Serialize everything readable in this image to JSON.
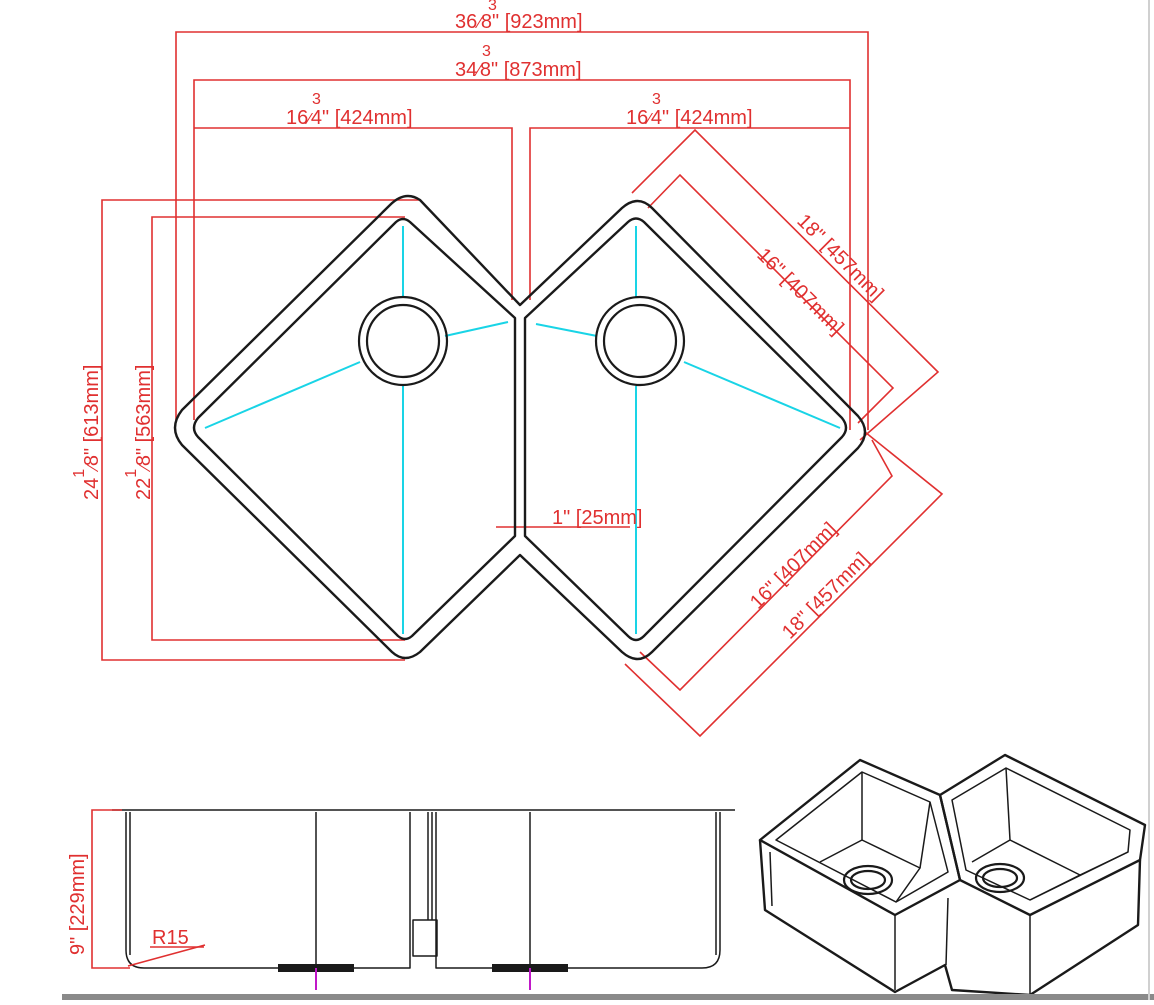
{
  "colors": {
    "dimension": "#e03030",
    "outline": "#1a1a1a",
    "slope_lines": "#19d4e6",
    "drain_marker": "#c018c8"
  },
  "top_view": {
    "overall_width": {
      "whole": "36",
      "frac_num": "3",
      "frac_den": "8",
      "mm": "\" [923mm]"
    },
    "inner_width": {
      "whole": "34",
      "frac_num": "3",
      "frac_den": "8",
      "mm": "\" [873mm]"
    },
    "left_bowl_width": {
      "whole": "16",
      "frac_num": "3",
      "frac_den": "4",
      "mm": "\" [424mm]"
    },
    "right_bowl_width": {
      "whole": "16",
      "frac_num": "3",
      "frac_den": "4",
      "mm": "\" [424mm]"
    },
    "overall_depth": {
      "whole": "24",
      "frac_num": "1",
      "frac_den": "8",
      "mm": "\" [613mm]"
    },
    "inner_depth": {
      "whole": "22",
      "frac_num": "1",
      "frac_den": "8",
      "mm": "\" [563mm]"
    },
    "divider": "1\" [25mm]",
    "right_upper_outer": "18\" [457mm]",
    "right_upper_inner": "16\" [407mm]",
    "right_lower_inner": "16\" [407mm]",
    "right_lower_outer": "18\" [457mm]"
  },
  "front_view": {
    "height": "9\" [229mm]",
    "radius": "R15"
  }
}
